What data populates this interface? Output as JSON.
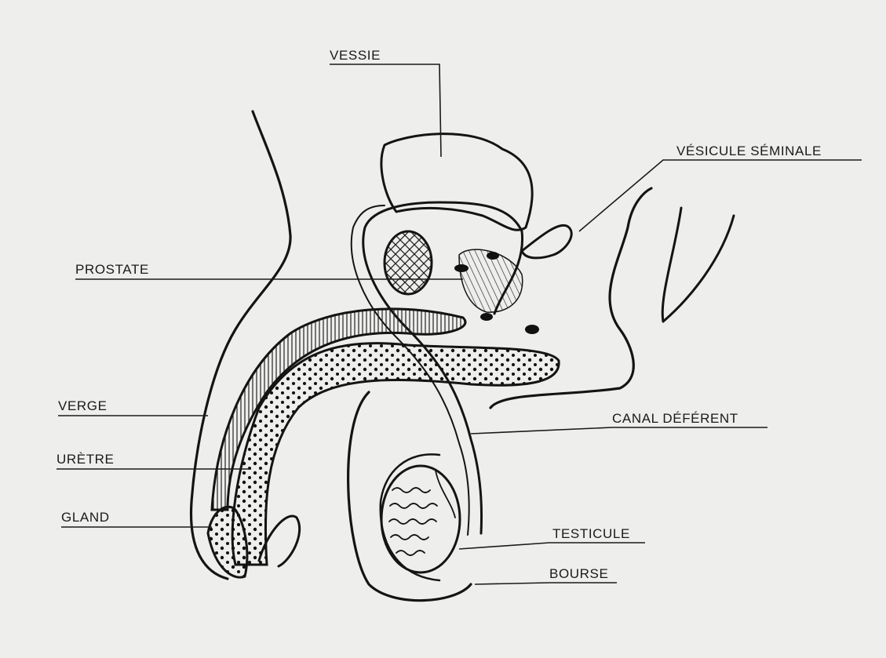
{
  "labels": {
    "vessie": "VESSIE",
    "vesicule_seminale": "VÉSICULE SÉMINALE",
    "prostate": "PROSTATE",
    "verge": "VERGE",
    "uretre": "URÈTRE",
    "gland": "GLAND",
    "canal_deferent": "CANAL DÉFÉRENT",
    "testicule": "TESTICULE",
    "bourse": "BOURSE"
  },
  "colors": {
    "ink": "#141414",
    "paper": "#eeeeec"
  }
}
